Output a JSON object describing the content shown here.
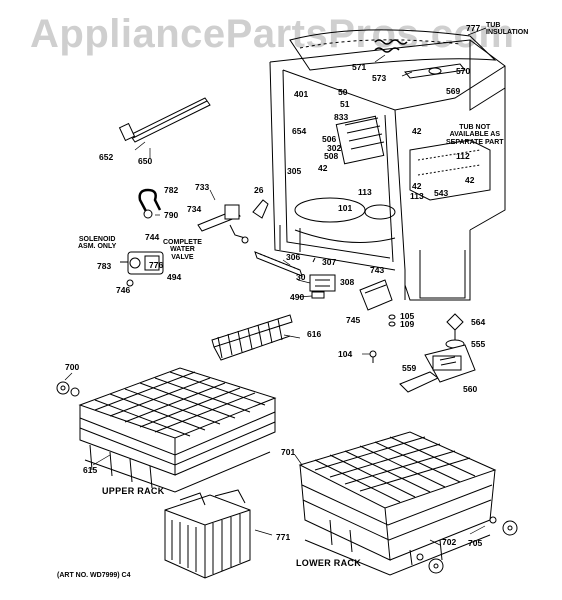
{
  "watermark": "AppliancePartsPros.com",
  "notes": {
    "tub_insulation": "TUB\nINSULATION",
    "tub_not_available": "TUB NOT\nAVAILABLE AS\nSEPARATE PART",
    "solenoid": "SOLENOID\nASM. ONLY",
    "water_valve": "COMPLETE\nWATER\nVALVE"
  },
  "racks": {
    "upper": "UPPER RACK",
    "lower": "LOWER RACK"
  },
  "art_no": "(ART NO. WD7999) C4",
  "parts": {
    "p777": "777",
    "p571": "571",
    "p573": "573",
    "p570": "570",
    "p569": "569",
    "p401": "401",
    "p50": "50",
    "p51": "51",
    "p654": "654",
    "p833": "833",
    "p506": "506",
    "p508": "508",
    "p302": "302",
    "p42a": "42",
    "p42b": "42",
    "p42c": "42",
    "p42d": "42",
    "p112": "112",
    "p305": "305",
    "p113a": "113",
    "p113b": "113",
    "p543": "543",
    "p101": "101",
    "p26": "26",
    "p733": "733",
    "p734": "734",
    "p782": "782",
    "p790": "790",
    "p744": "744",
    "p776": "776",
    "p783": "783",
    "p494": "494",
    "p746": "746",
    "p652": "652",
    "p650": "650",
    "p306": "306",
    "p307": "307",
    "p30": "30",
    "p308": "308",
    "p490": "490",
    "p743": "743",
    "p745": "745",
    "p105": "105",
    "p109": "109",
    "p564": "564",
    "p555": "555",
    "p616": "616",
    "p104": "104",
    "p559": "559",
    "p560": "560",
    "p700": "700",
    "p615": "615",
    "p701": "701",
    "p771": "771",
    "p702": "702",
    "p705": "705"
  }
}
